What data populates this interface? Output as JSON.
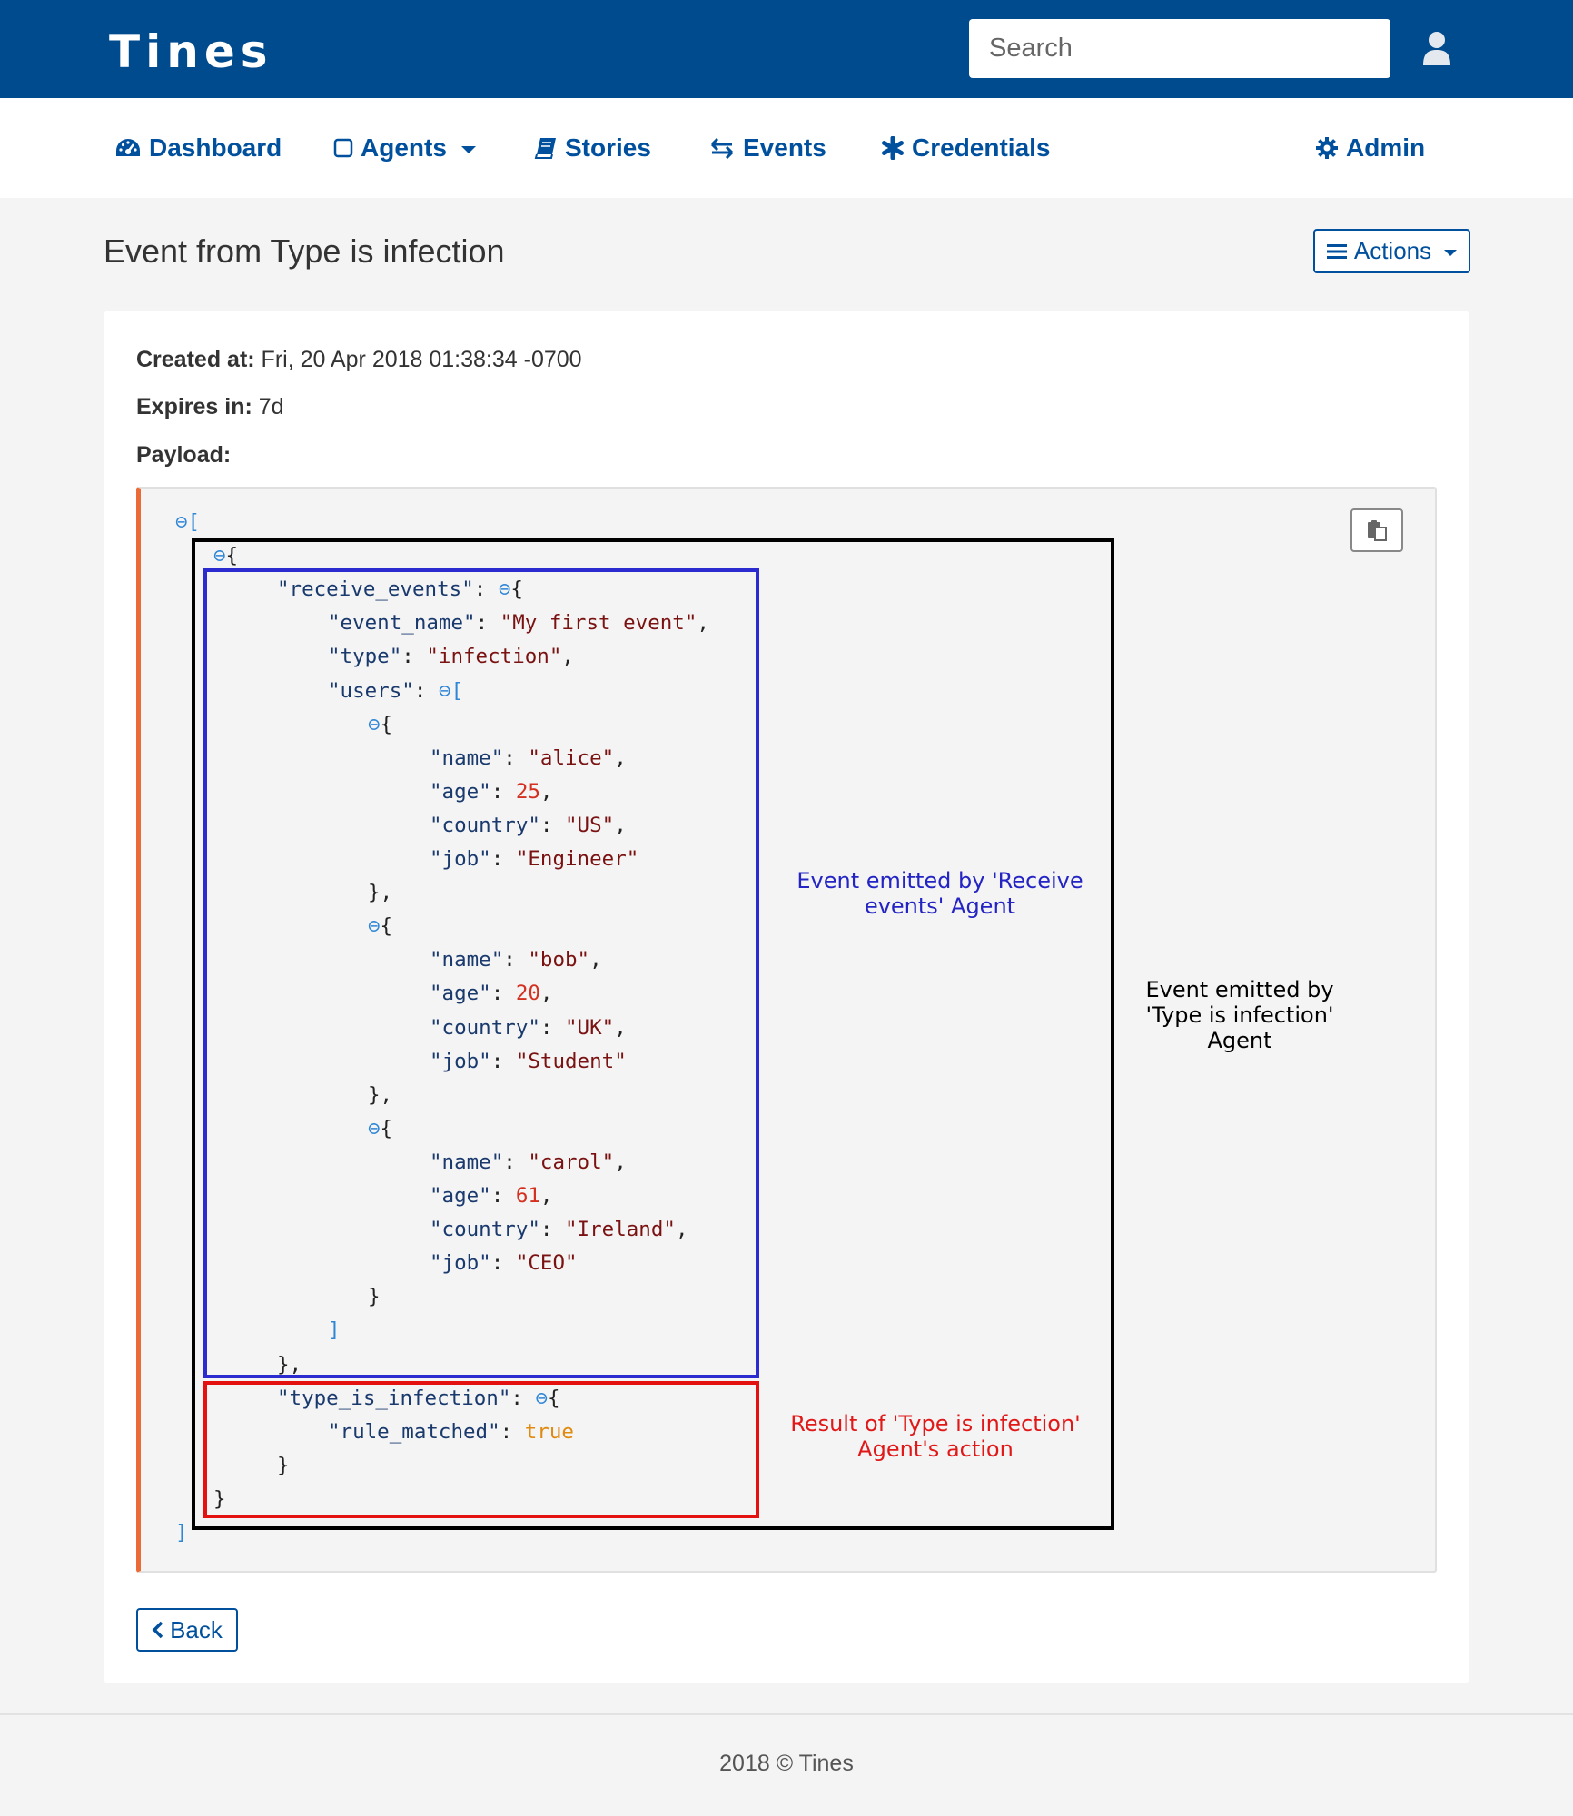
{
  "app": {
    "logo_text": "Tines",
    "header_color": "#004b8d",
    "accent_color": "#00509d"
  },
  "header": {
    "search": {
      "placeholder": "Search",
      "value": ""
    },
    "user_icon": "user-icon"
  },
  "nav": {
    "items": [
      {
        "label": "Dashboard",
        "icon": "dashboard-icon"
      },
      {
        "label": "Agents",
        "icon": "square-icon",
        "dropdown": true
      },
      {
        "label": "Stories",
        "icon": "book-icon"
      },
      {
        "label": "Events",
        "icon": "exchange-icon"
      },
      {
        "label": "Credentials",
        "icon": "asterisk-icon"
      },
      {
        "label": "Admin",
        "icon": "gear-icon"
      }
    ]
  },
  "page": {
    "title": "Event from Type is infection",
    "actions_label": "Actions"
  },
  "event": {
    "created_label": "Created at:",
    "created_value": "Fri, 20 Apr 2018 01:38:34 -0700",
    "expires_label": "Expires in:",
    "expires_value": "7d",
    "payload_label": "Payload:",
    "payload": [
      {
        "receive_events": {
          "event_name": "My first event",
          "type": "infection",
          "users": [
            {
              "name": "alice",
              "age": 25,
              "country": "US",
              "job": "Engineer"
            },
            {
              "name": "bob",
              "age": 20,
              "country": "UK",
              "job": "Student"
            },
            {
              "name": "carol",
              "age": 61,
              "country": "Ireland",
              "job": "CEO"
            }
          ]
        },
        "type_is_infection": {
          "rule_matched": true
        }
      }
    ]
  },
  "annotations": {
    "receive_events": "Event emitted by 'Receive events' Agent",
    "type_is_infection_event": "Event emitted by 'Type is infection' Agent",
    "type_is_infection_action": "Result of 'Type is infection' Agent's action"
  },
  "buttons": {
    "back_label": "Back"
  },
  "footer": {
    "text": "2018 © Tines"
  }
}
